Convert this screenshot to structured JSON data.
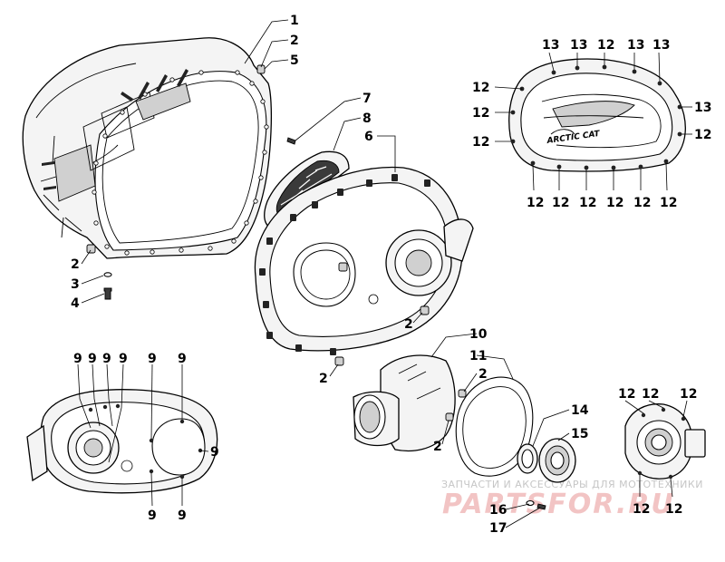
{
  "callouts": {
    "n1": "1",
    "n2": "2",
    "n3": "3",
    "n4": "4",
    "n5": "5",
    "n6": "6",
    "n7": "7",
    "n8": "8",
    "n9": "9",
    "n10": "10",
    "n11": "11",
    "n12": "12",
    "n13": "13",
    "n14": "14",
    "n15": "15",
    "n16": "16",
    "n17": "17"
  },
  "brand_logo": "ARCTIC CAT",
  "watermark": {
    "tagline": "ЗАПЧАСТИ И АКСЕССУАРЫ ДЛЯ МОТОТЕХНИКИ",
    "site": "PARTSFOR.RU"
  },
  "colors": {
    "line": "#000000",
    "watermark_red": "#f2c4c4",
    "watermark_gray": "#c6c6c6"
  }
}
